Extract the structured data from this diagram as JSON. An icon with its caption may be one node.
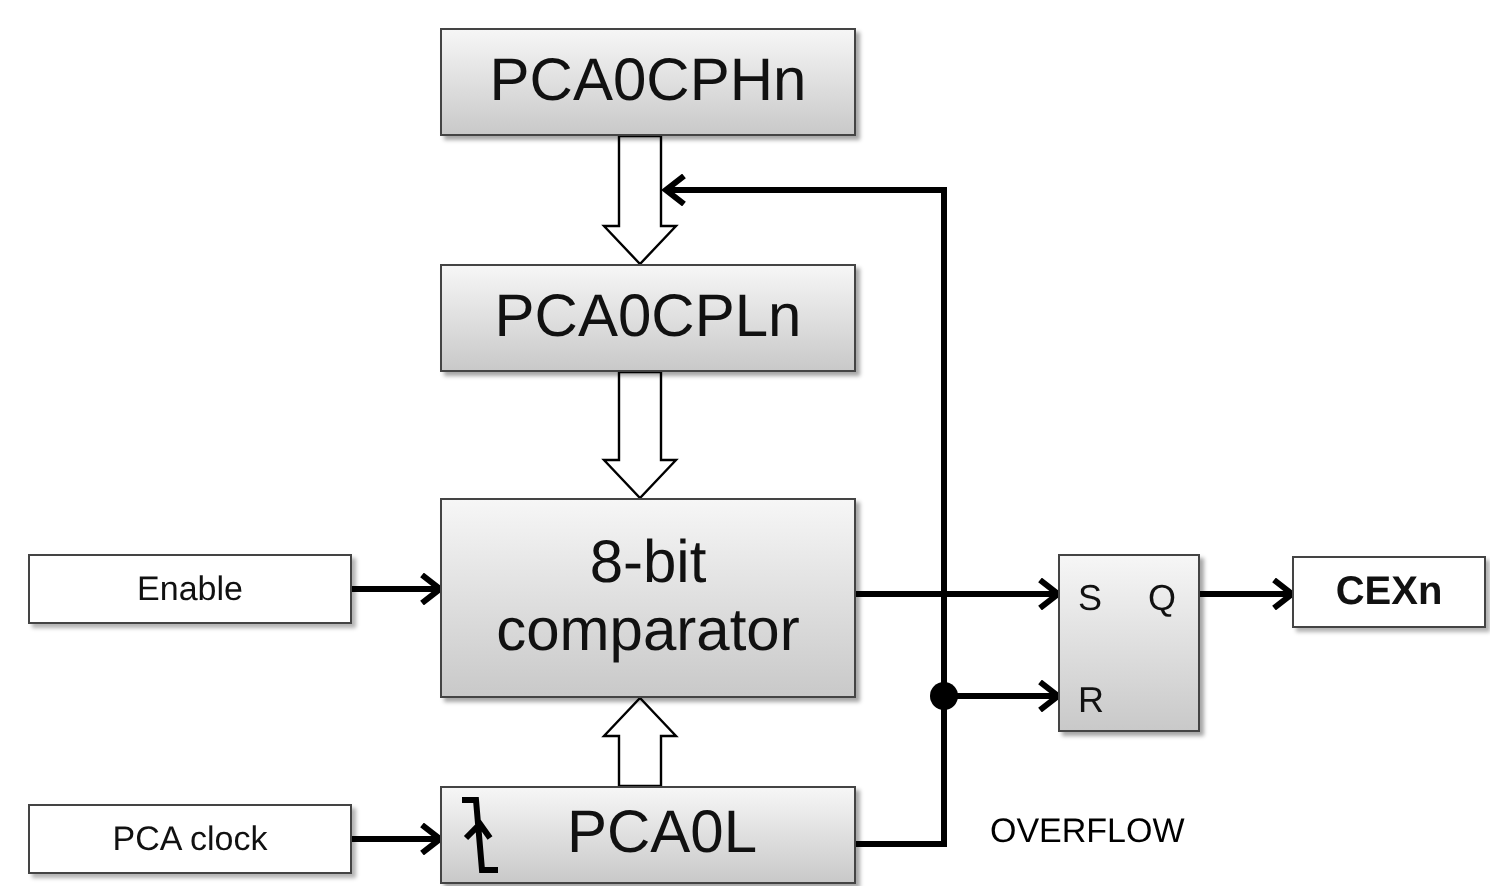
{
  "diagram": {
    "nodes": [
      {
        "text": [
          "PCA0CPHn"
        ]
      },
      {
        "text": [
          "PCA0CPLn"
        ]
      },
      {
        "text": [
          "Enable"
        ]
      },
      {
        "text": [
          "8-bit comparator"
        ]
      },
      {
        "text": [
          "S",
          "Q",
          "R"
        ]
      },
      {
        "text": [
          "CEXn"
        ]
      },
      {
        "text": [
          "PCA clock"
        ]
      },
      {
        "text": [
          "PCA0L"
        ]
      }
    ],
    "edges": [
      {
        "from": 0,
        "to": 1,
        "arrow": "to",
        "style": "thick"
      },
      {
        "from": 1,
        "to": 3,
        "arrow": "to",
        "style": "thick"
      },
      {
        "from": 7,
        "to": 3,
        "arrow": "to",
        "style": "thick"
      },
      {
        "from": 2,
        "to": 3,
        "arrow": "to"
      },
      {
        "from": 3,
        "to": 4,
        "arrow": "to"
      },
      {
        "from": 4,
        "to": 5,
        "arrow": "to"
      },
      {
        "from": 6,
        "to": 7,
        "arrow": "to"
      },
      {
        "from": 7,
        "to": 4,
        "arrow": "to"
      },
      {
        "from": 7,
        "to": 0,
        "arrow": "to"
      }
    ],
    "labels": [
      "OVERFLOW"
    ]
  }
}
